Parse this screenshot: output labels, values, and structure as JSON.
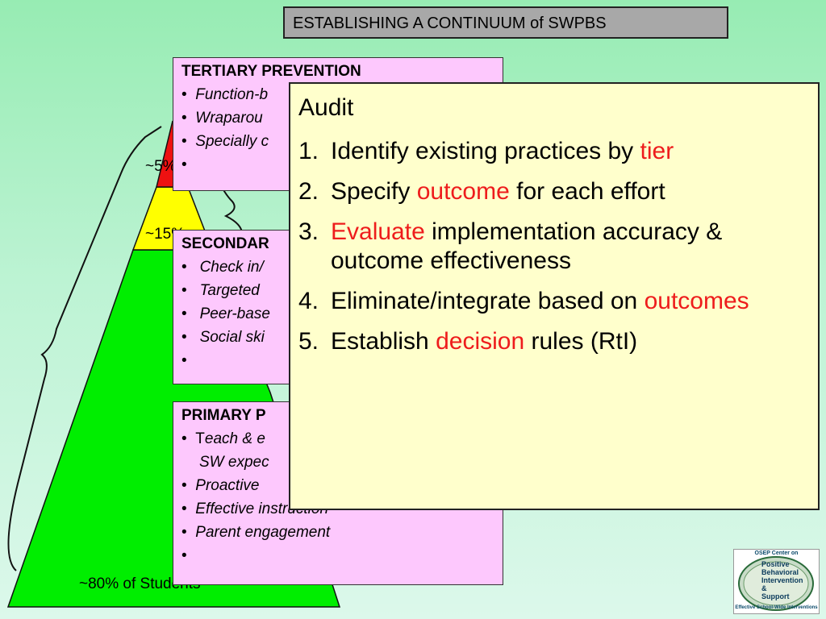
{
  "title": "ESTABLISHING A CONTINUUM of SWPBS",
  "pyramid": {
    "top_pct": "~5%",
    "middle_pct": "~15%",
    "bottom_pct": "~80% of Students",
    "colors": {
      "top": "#ee1111",
      "middle": "#ffff00",
      "bottom": "#00ee00"
    }
  },
  "tertiary": {
    "heading": "TERTIARY PREVENTION",
    "items": [
      "Function-b",
      "Wraparou",
      "Specially c",
      ""
    ]
  },
  "secondary": {
    "heading": "SECONDAR",
    "items": [
      "Check in/",
      "Targeted",
      "Peer-base",
      "Social ski",
      ""
    ]
  },
  "primary": {
    "heading": "PRIMARY P",
    "item1_first": "T",
    "item1_rest": "each & e",
    "item1_cont": "SW expec",
    "items": [
      "Proactive",
      "Effective instruction",
      "Parent engagement",
      ""
    ]
  },
  "audit": {
    "title": "Audit",
    "steps": [
      {
        "num": "1.",
        "pre": "Identify existing practices by ",
        "hl": "tier",
        "post": ""
      },
      {
        "num": "2.",
        "pre": "Specify ",
        "hl": "outcome",
        "post": " for each effort"
      },
      {
        "num": "3.",
        "pre": "",
        "hl": "Evaluate",
        "post": " implementation accuracy & outcome effectiveness"
      },
      {
        "num": "4.",
        "pre": "Eliminate/integrate based on ",
        "hl": "outcomes",
        "post": ""
      },
      {
        "num": "5.",
        "pre": "Establish ",
        "hl": "decision",
        "post": " rules (RtI)"
      }
    ],
    "highlight_color": "#ee1c1c"
  },
  "logo": {
    "top_line": "OSEP Center on",
    "words": [
      "Positive",
      "Behavioral",
      "Intervention",
      "&",
      "Support"
    ],
    "tagline": "Effective School-Wide Interventions"
  }
}
